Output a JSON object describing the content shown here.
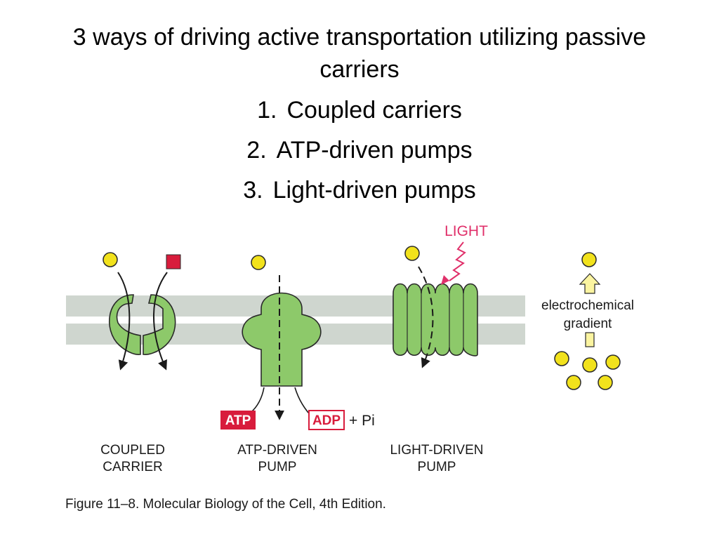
{
  "slide": {
    "title": "3 ways of driving active transportation utilizing passive carriers",
    "items": [
      {
        "num": "1.",
        "label": "Coupled carriers"
      },
      {
        "num": "2.",
        "label": "ATP-driven pumps"
      },
      {
        "num": "3.",
        "label": "Light-driven pumps"
      }
    ]
  },
  "figure": {
    "light_label": "LIGHT",
    "atp_label": "ATP",
    "adp_label": "ADP",
    "pi_label": "+ Pi",
    "gradient_label_line1": "electrochemical",
    "gradient_label_line2": "gradient",
    "coupled_label_line1": "COUPLED",
    "coupled_label_line2": "CARRIER",
    "atp_pump_label_line1": "ATP-DRIVEN",
    "atp_pump_label_line2": "PUMP",
    "light_pump_label_line1": "LIGHT-DRIVEN",
    "light_pump_label_line2": "PUMP",
    "caption": "Figure 11–8. Molecular Biology of the Cell, 4th Edition."
  },
  "colors": {
    "membrane": "#cfd6cf",
    "protein": "#8dc96a",
    "solute": "#f2e21c",
    "red": "#d81c3c",
    "light_arrow": "#e0306a"
  }
}
